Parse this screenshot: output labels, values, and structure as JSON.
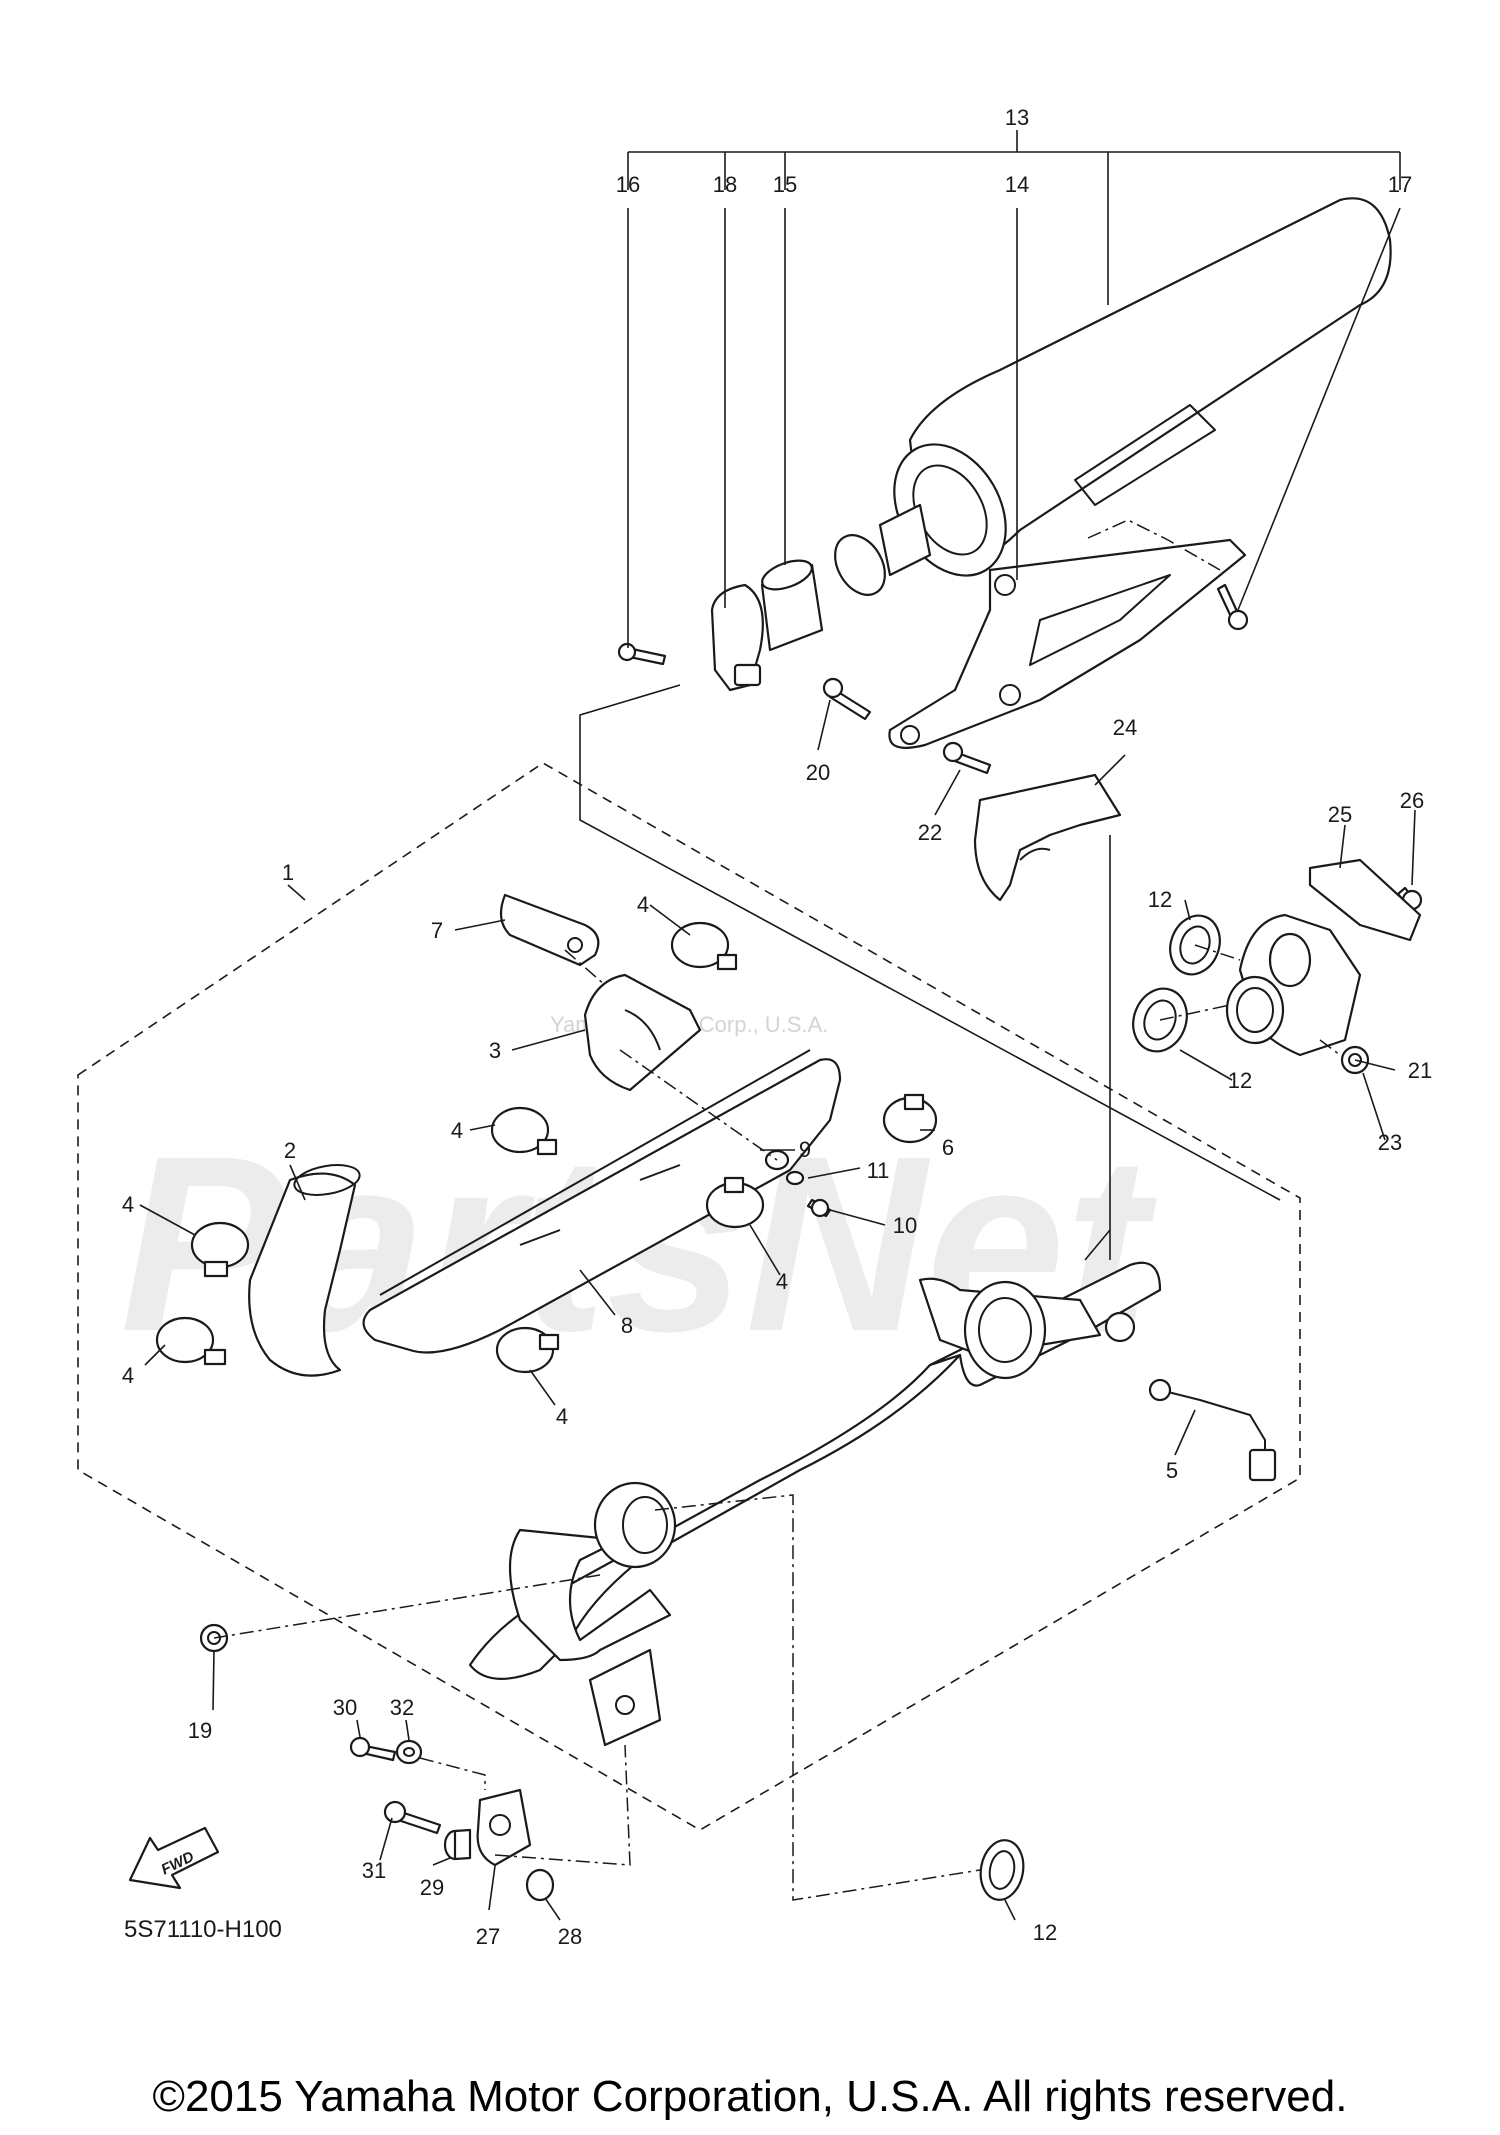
{
  "diagram": {
    "callouts": {
      "c1": "1",
      "c2": "2",
      "c3": "3",
      "c4a": "4",
      "c4b": "4",
      "c4c": "4",
      "c4d": "4",
      "c4e": "4",
      "c4f": "4",
      "c5": "5",
      "c6": "6",
      "c7": "7",
      "c8": "8",
      "c9": "9",
      "c10": "10",
      "c11": "11",
      "c12a": "12",
      "c12b": "12",
      "c12c": "12",
      "c13": "13",
      "c14": "14",
      "c15": "15",
      "c16": "16",
      "c17": "17",
      "c18": "18",
      "c19": "19",
      "c20": "20",
      "c21": "21",
      "c22": "22",
      "c23": "23",
      "c24": "24",
      "c25": "25",
      "c26": "26",
      "c27": "27",
      "c28": "28",
      "c29": "29",
      "c30": "30",
      "c31": "31",
      "c32": "32"
    },
    "fwd_arrow_label": "FWD",
    "diagram_code": "5S71110-H100",
    "watermark_large": "PartsNet",
    "watermark_small": "Yamaha Motor Corp., U.S.A."
  },
  "footer": {
    "copyright": "©2015 Yamaha Motor Corporation, U.S.A. All rights reserved."
  }
}
